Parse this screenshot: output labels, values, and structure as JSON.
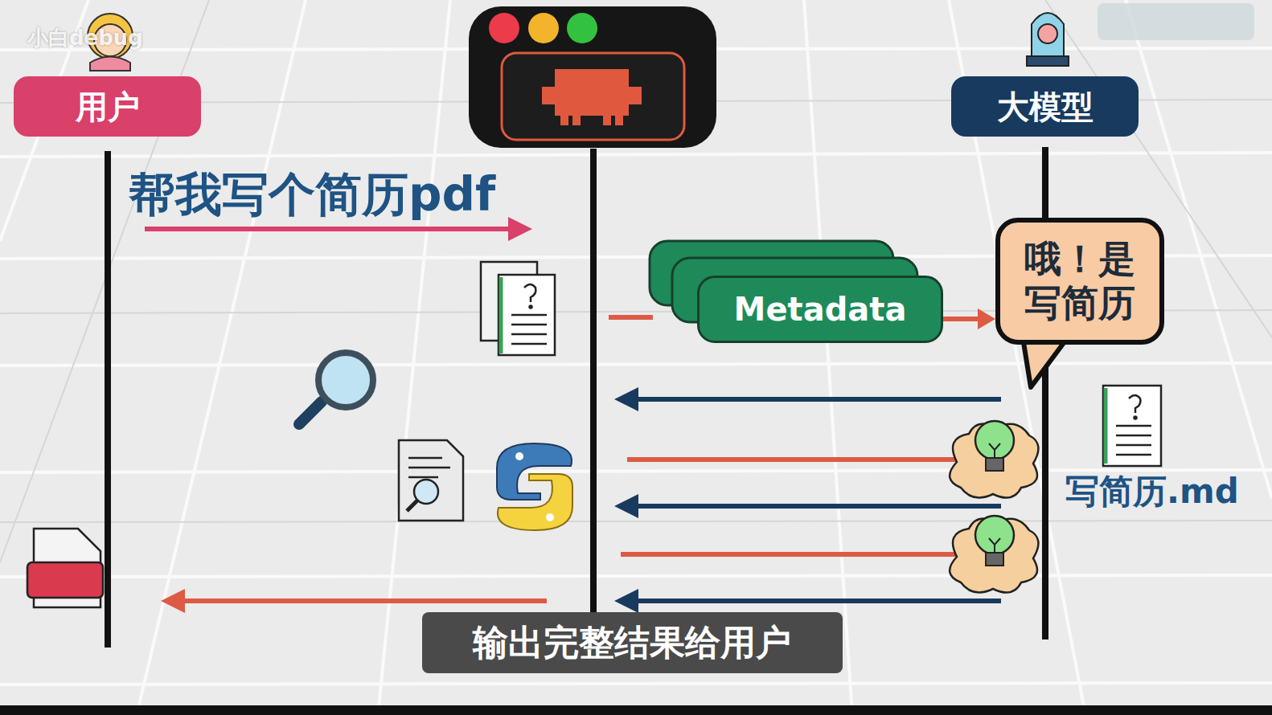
{
  "diagram": {
    "caption": "输出完整结果给用户",
    "nodes": [
      {
        "text": [
          "用户"
        ]
      },
      {
        "text": [
          "大模型"
        ]
      },
      {
        "text": [
          "Metadata"
        ]
      },
      {
        "text": [
          "哦！是 写简历"
        ]
      }
    ],
    "edges": [
      {
        "from": 2,
        "to": 3,
        "arrow": "to"
      }
    ],
    "labels": [
      "小白debug",
      "帮我写个简历pdf",
      "写简历.md"
    ]
  }
}
